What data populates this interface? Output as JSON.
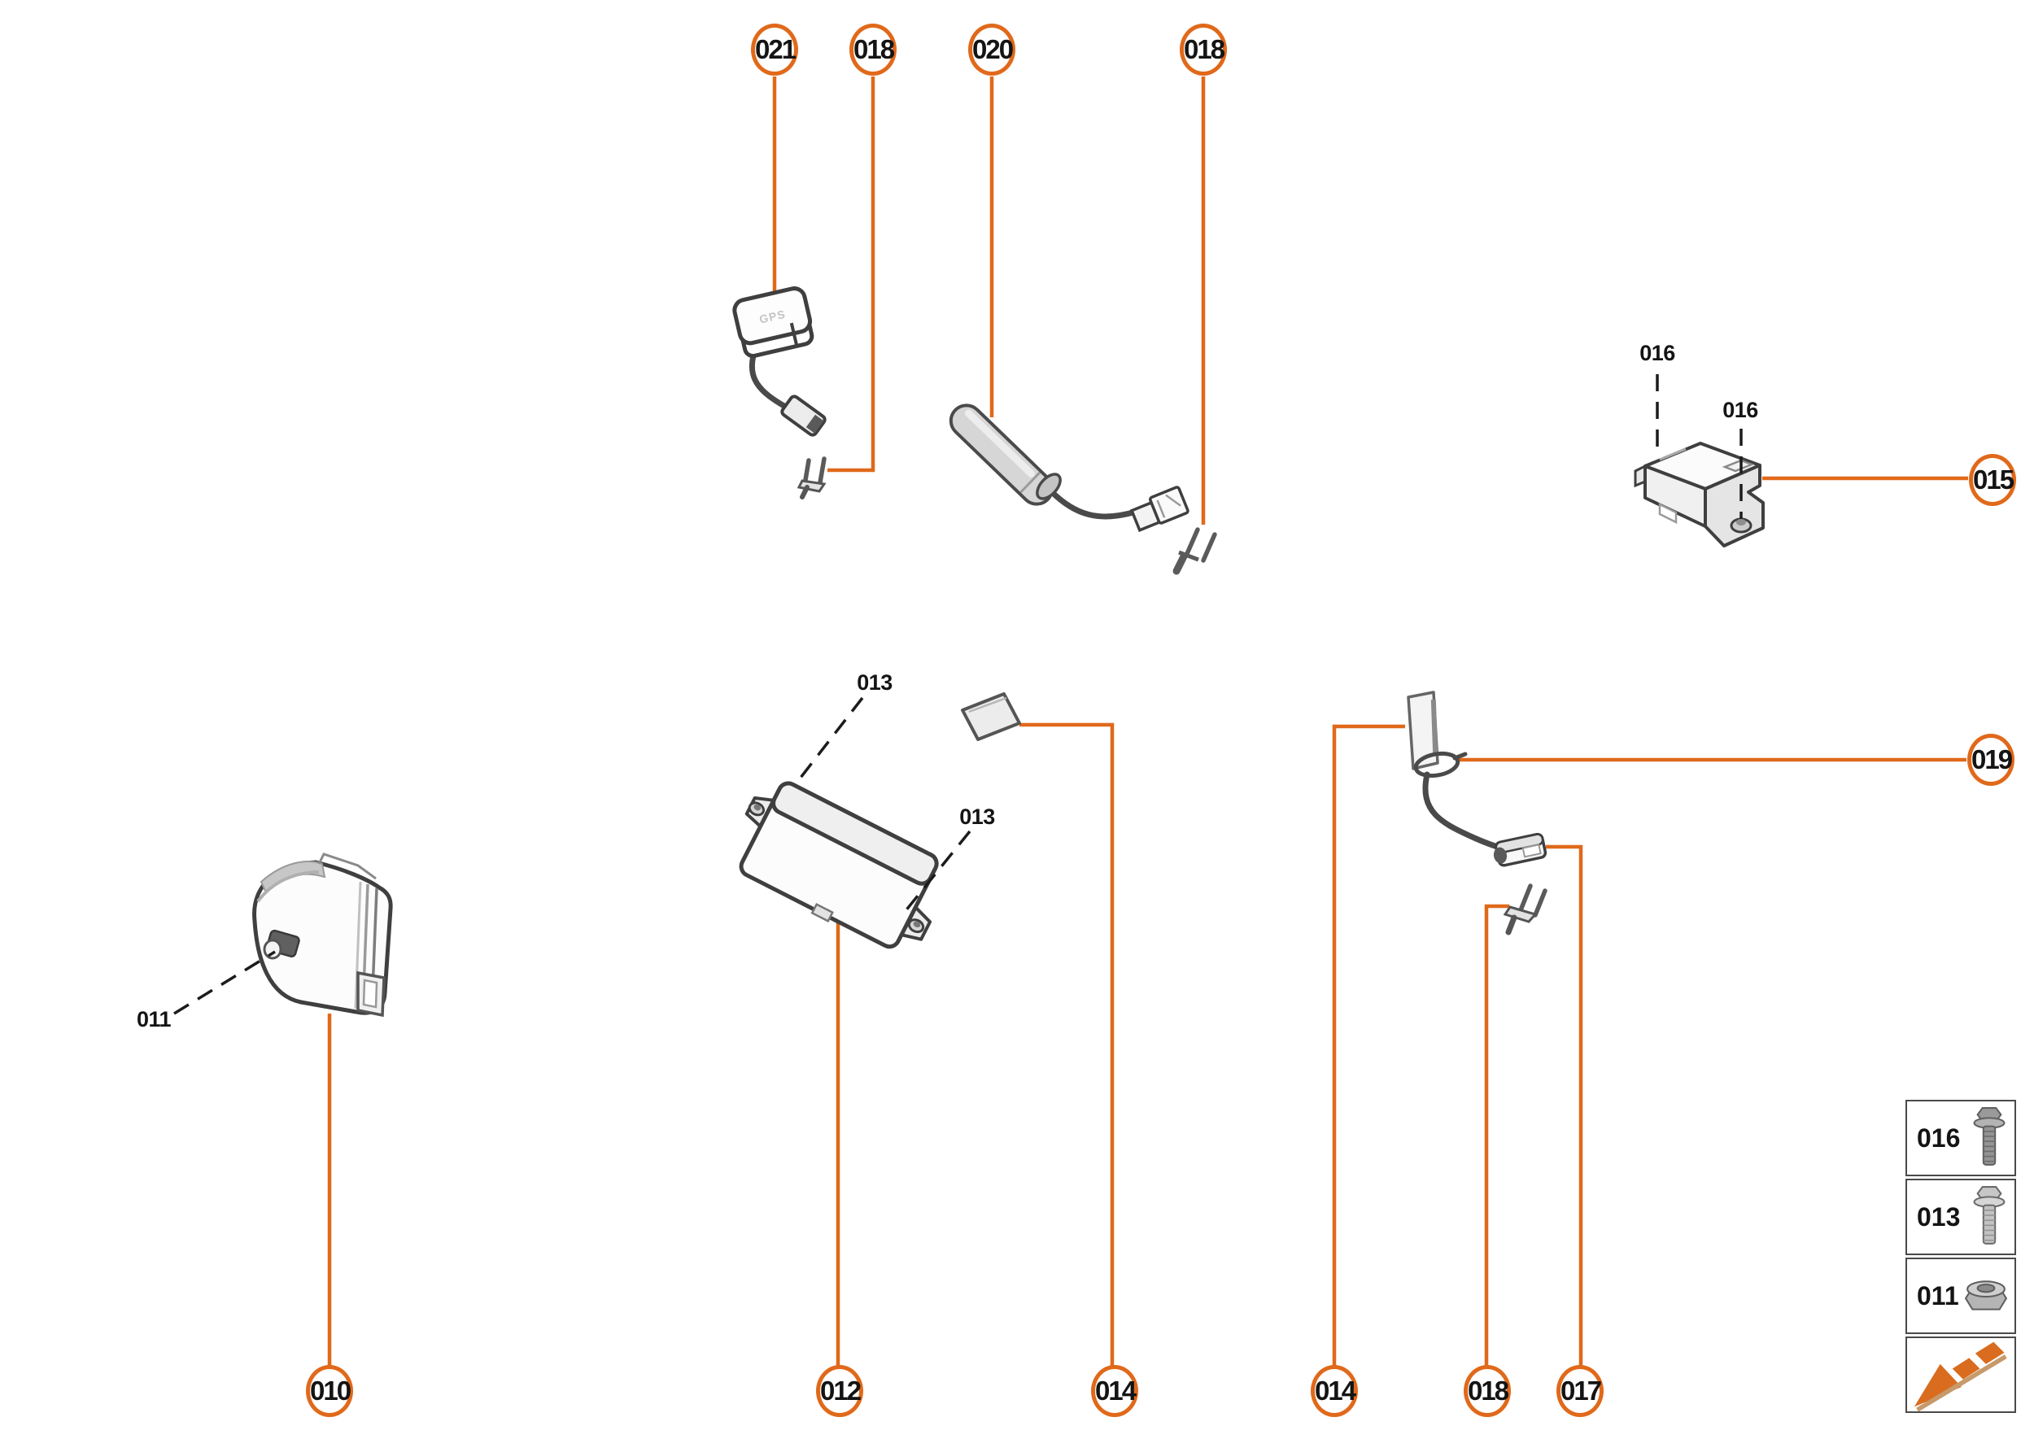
{
  "colors": {
    "accent": "#E0691A",
    "part_outline": "#3F3F3F",
    "cable": "#4A4A4A",
    "label_text": "#141414",
    "legend_border": "#4A4A4A",
    "arrow_orange": "#D96C1E",
    "arrow_tan": "#C79A6B"
  },
  "callouts": {
    "top": [
      {
        "label": "021"
      },
      {
        "label": "018"
      },
      {
        "label": "020"
      },
      {
        "label": "018"
      }
    ],
    "right": [
      {
        "label": "015"
      },
      {
        "label": "019"
      }
    ],
    "bottom": [
      {
        "label": "010"
      },
      {
        "label": "012"
      },
      {
        "label": "014"
      },
      {
        "label": "014"
      },
      {
        "label": "018"
      },
      {
        "label": "017"
      }
    ]
  },
  "part_labels": [
    {
      "text": "013"
    },
    {
      "text": "013"
    },
    {
      "text": "016"
    },
    {
      "text": "016"
    },
    {
      "text": "011"
    }
  ],
  "parts": {
    "gps_label": "GPS"
  },
  "legend": {
    "rows": [
      {
        "label": "016",
        "icon": "flange-bolt-dark-icon"
      },
      {
        "label": "013",
        "icon": "flange-bolt-light-icon"
      },
      {
        "label": "011",
        "icon": "flange-nut-icon"
      }
    ],
    "footer_icon": "direction-of-travel-arrow-icon"
  }
}
